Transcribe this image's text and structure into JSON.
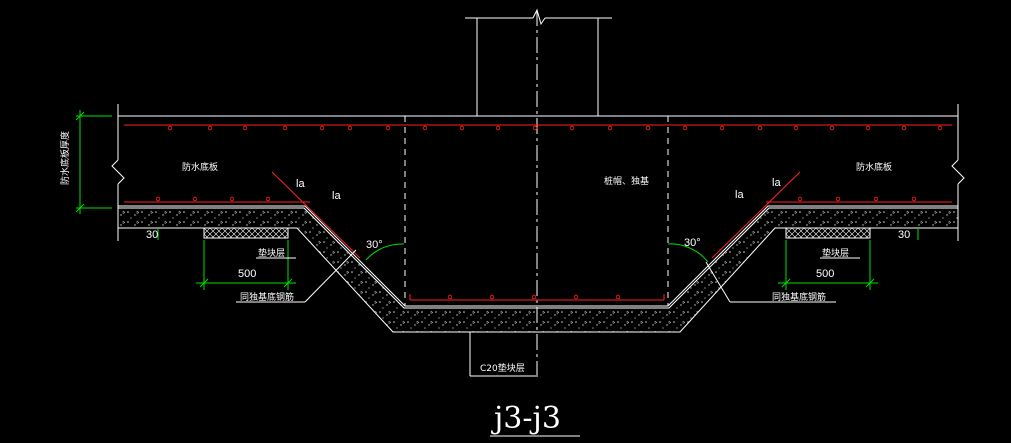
{
  "labels": {
    "slab_left": "防水底板",
    "slab_right": "防水底板",
    "center_note": "桩帽、独基",
    "thickness_note": "防水底板厚度",
    "pad_left": "垫块层",
    "pad_right": "垫块层",
    "rebar_left": "同独基底钢筋",
    "rebar_right": "同独基底钢筋",
    "concrete": "C20垫块层",
    "section_title": "j3-j3"
  },
  "dimensions": {
    "la_1": "la",
    "la_2": "la",
    "la_3": "la",
    "la_4": "la",
    "angle_left": "30°",
    "angle_right": "30°",
    "dim_500_left": "500",
    "dim_500_right": "500",
    "dim_30_left": "30",
    "dim_30_right": "30"
  },
  "colors": {
    "background": "#000000",
    "line": "#ffffff",
    "rebar": "#ff2020",
    "dimension": "#00e000",
    "centerline": "#ffffff"
  }
}
